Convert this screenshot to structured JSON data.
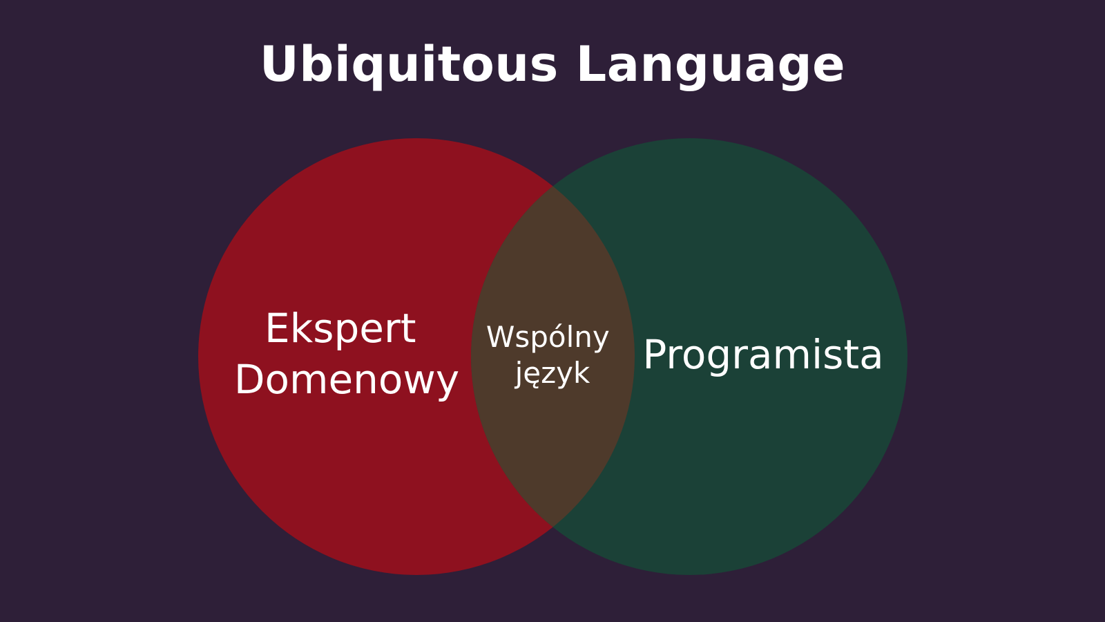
{
  "title": "Ubiquitous Language",
  "diagram": {
    "left_circle": {
      "lines": [
        "Ekspert",
        "Domenowy"
      ],
      "color": "#8e111f"
    },
    "right_circle": {
      "lines": [
        "Programista"
      ],
      "color": "#1b4137"
    },
    "overlap": {
      "lines": [
        "Wspólny",
        "język"
      ],
      "color": "#4e3a2b"
    }
  },
  "colors": {
    "background": "#2e1f38",
    "text": "#ffffff"
  }
}
